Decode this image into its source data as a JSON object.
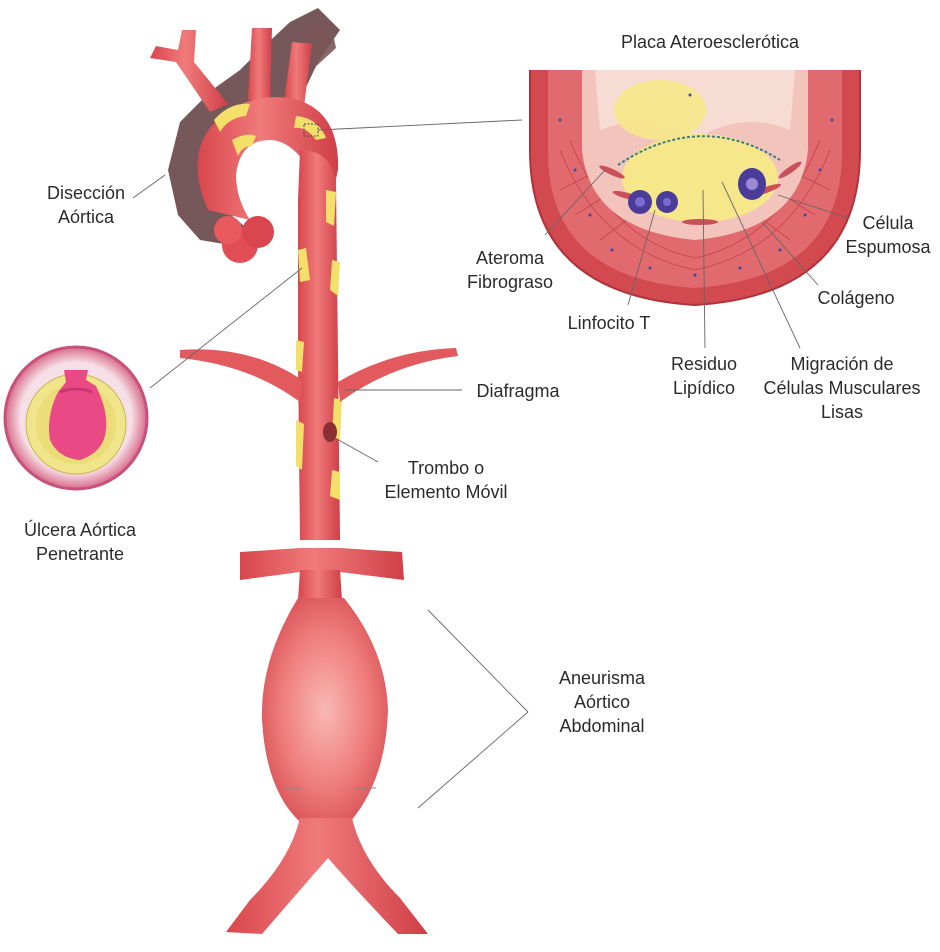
{
  "colors": {
    "artery": "#e85a5e",
    "artery_dark": "#c83d44",
    "artery_light": "#f39a98",
    "plaque": "#f3e06a",
    "dissection": "#6b4a4c",
    "wall_outer": "#d94a50",
    "wall_inner": "#f2b9b4",
    "lipid_core": "#f6e88a",
    "cell": "#5a4aa8",
    "leader": "#666666"
  },
  "labels": {
    "plaque_title": "Placa Ateroesclerótica",
    "dissection": [
      "Disección",
      "Aórtica"
    ],
    "ulcer": [
      "Úlcera Aórtica",
      "Penetrante"
    ],
    "fibrofatty": [
      "Ateroma",
      "Fibrograso"
    ],
    "t_cell": "Linfocito T",
    "lipid_residue": [
      "Residuo",
      "Lipídico"
    ],
    "smooth_muscle": [
      "Migración de",
      "Células Musculares",
      "Lisas"
    ],
    "collagen": "Colágeno",
    "foam_cell": [
      "Célula",
      "Espumosa"
    ],
    "diaphragm": "Diafragma",
    "thrombus": [
      "Trombo o",
      "Elemento Móvil"
    ],
    "aneurysm": [
      "Aneurisma",
      "Aórtico",
      "Abdominal"
    ]
  }
}
